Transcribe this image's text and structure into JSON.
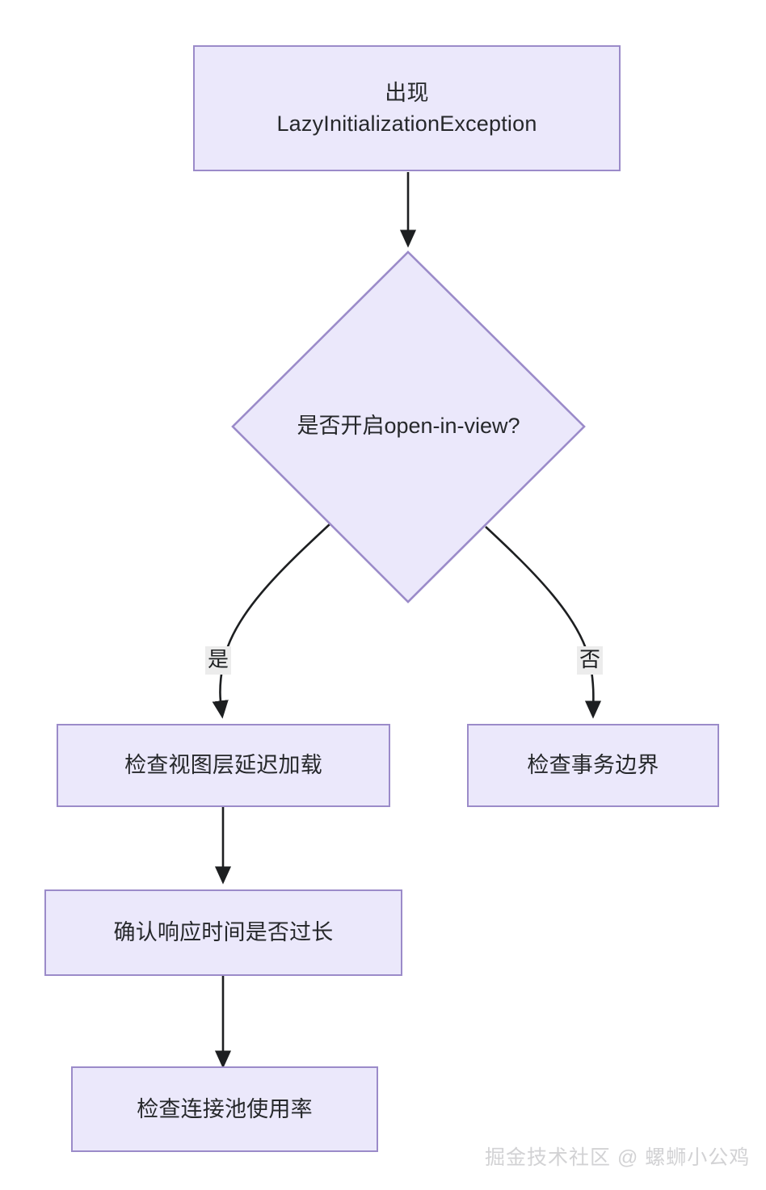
{
  "diagram": {
    "type": "flowchart",
    "orientation": "top-down",
    "background_color": "#ffffff",
    "node_fill_color": "#ebe8fb",
    "node_border_color": "#9b8bc9",
    "edge_color": "#1d1f21",
    "edge_label_background": "#ececec",
    "nodes": [
      {
        "id": "n1",
        "shape": "rectangle",
        "label": "出现\nLazyInitializationException"
      },
      {
        "id": "n2",
        "shape": "diamond",
        "label": "是否开启open-in-view?"
      },
      {
        "id": "n3",
        "shape": "rectangle",
        "label": "检查视图层延迟加载"
      },
      {
        "id": "n4",
        "shape": "rectangle",
        "label": "检查事务边界"
      },
      {
        "id": "n5",
        "shape": "rectangle",
        "label": "确认响应时间是否过长"
      },
      {
        "id": "n6",
        "shape": "rectangle",
        "label": "检查连接池使用率"
      }
    ],
    "edges": [
      {
        "from": "n1",
        "to": "n2",
        "label": ""
      },
      {
        "from": "n2",
        "to": "n3",
        "label": "是"
      },
      {
        "from": "n2",
        "to": "n4",
        "label": "否"
      },
      {
        "from": "n3",
        "to": "n5",
        "label": ""
      },
      {
        "from": "n5",
        "to": "n6",
        "label": ""
      }
    ]
  },
  "watermark": {
    "text": "掘金技术社区 @ 螺蛳小公鸡"
  }
}
